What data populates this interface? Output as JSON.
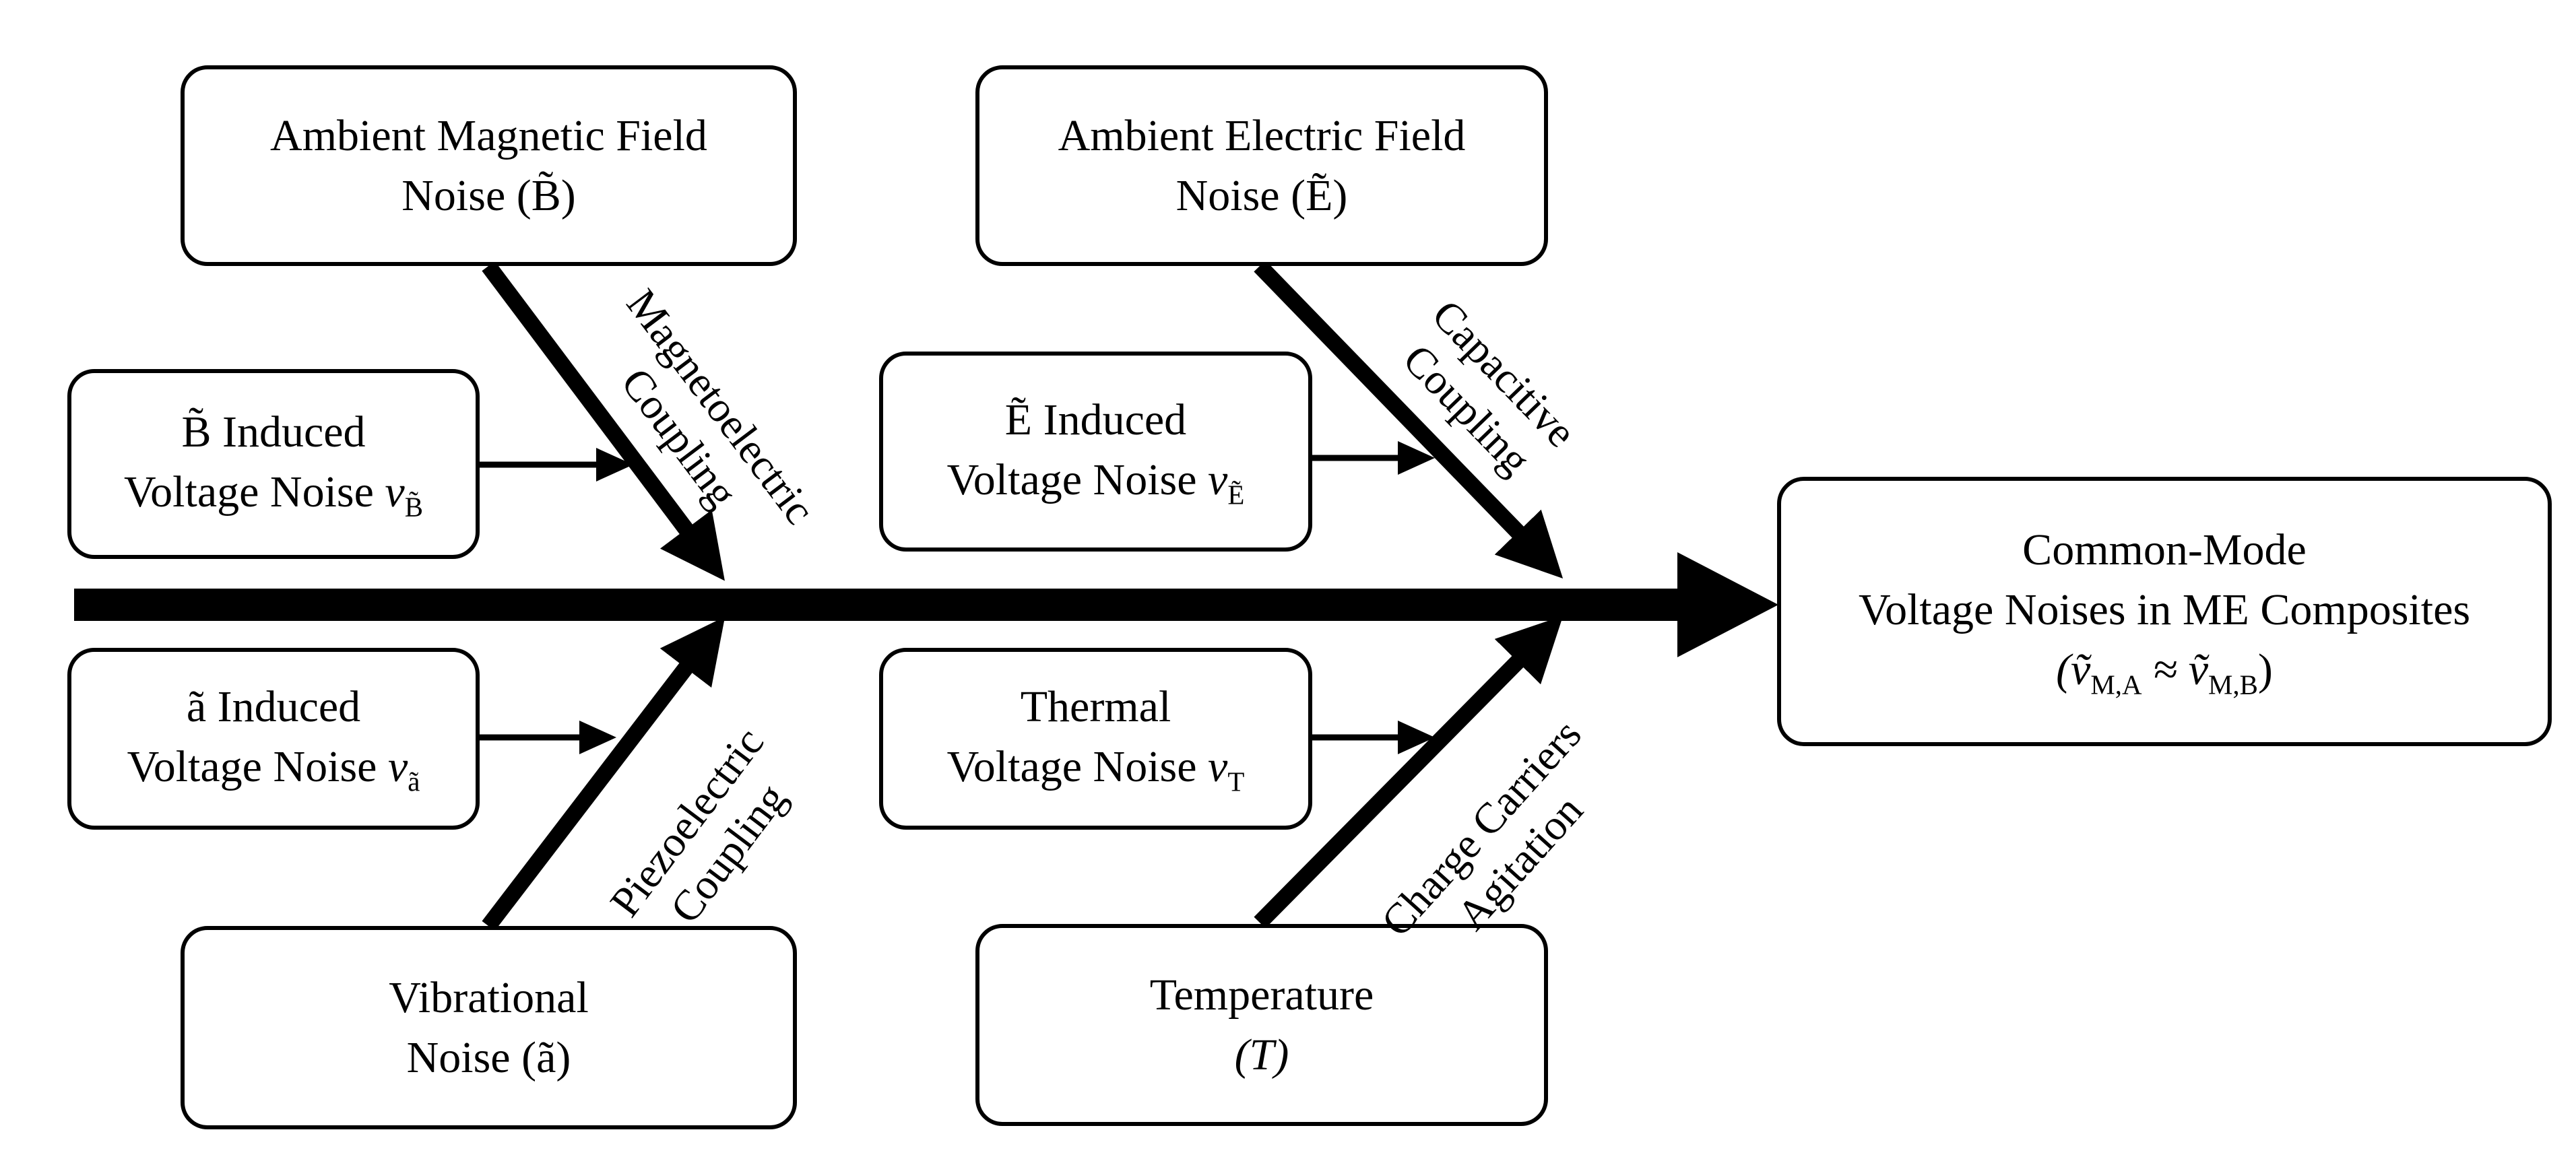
{
  "boxes": {
    "magnetic": {
      "line1": "Ambient Magnetic Field",
      "line2": "Noise (B̃)"
    },
    "electric": {
      "line1": "Ambient Electric Field",
      "line2": "Noise (Ẽ)"
    },
    "b_induced": {
      "line1": "B̃  Induced",
      "line2": "Voltage Noise  ",
      "var": "v",
      "sub": "B̃"
    },
    "e_induced": {
      "line1": "Ẽ  Induced",
      "line2": "Voltage Noise  ",
      "var": "v",
      "sub": "Ẽ"
    },
    "a_induced": {
      "line1": "ã  Induced",
      "line2": "Voltage Noise  ",
      "var": "v",
      "sub": "ã"
    },
    "thermal": {
      "line1": "Thermal",
      "line2": "Voltage Noise  ",
      "var": "v",
      "sub": "T"
    },
    "vibrational": {
      "line1": "Vibrational",
      "line2": "Noise (ã)"
    },
    "temperature": {
      "line1": "Temperature",
      "line2": "(T)"
    },
    "result": {
      "line1": "Common-Mode",
      "line2": "Voltage Noises in ME Composites",
      "line3": "(ṽ",
      "sub_a": "M,A",
      "approx": " ≈ ṽ",
      "sub_b": "M,B",
      "close": ")"
    }
  },
  "labels": {
    "magnetoelectric": {
      "line1": "Magnetoelectric",
      "line2": "Coupling"
    },
    "capacitive": {
      "line1": "Capacitive",
      "line2": "Coupling"
    },
    "piezoelectric": {
      "line1": "Piezoelectric",
      "line2": "Coupling"
    },
    "charge": {
      "line1": "Charge Carriers",
      "line2": "Agitation"
    }
  }
}
